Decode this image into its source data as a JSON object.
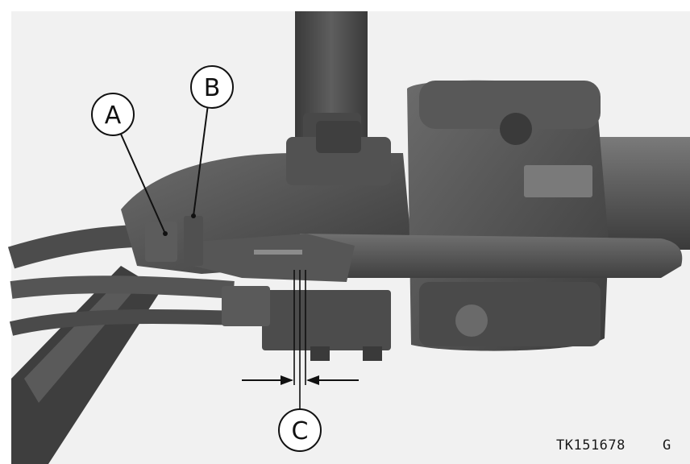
{
  "figure": {
    "callouts": {
      "a": "A",
      "b": "B",
      "c": "C"
    },
    "figure_code": "TK151678",
    "figure_suffix": "G"
  },
  "colors": {
    "background": "#f3f3f3",
    "frame": "#111111",
    "body_dark": "#4a4a4a",
    "body_mid": "#606060",
    "body_light": "#8a8a8a",
    "shadow": "#2e2e2e"
  }
}
